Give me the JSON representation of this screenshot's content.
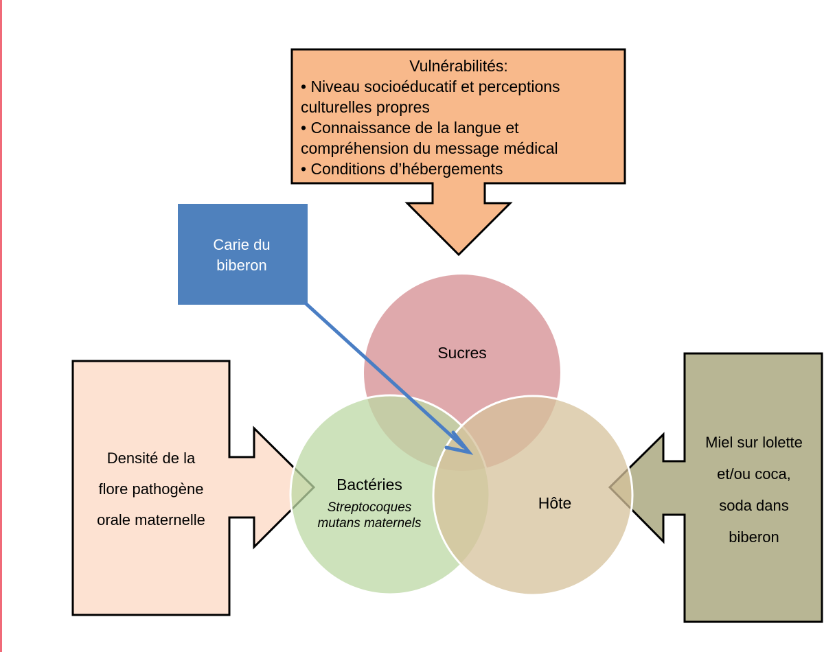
{
  "colors": {
    "edge_line": "#f06a78",
    "vulnerabilities_fill": "#f8b98b",
    "carie_fill": "#4f81bd",
    "carie_arrow": "#4a7ec4",
    "maternal_fill": "#fde2d2",
    "miel_fill": "#b8b694",
    "sucres_fill": "#d99a9e",
    "bacteria_fill": "#bcd8a4",
    "hote_fill": "#d6c29b",
    "outline": "#000000"
  },
  "vulnerabilities": {
    "title": "Vulnérabilités:",
    "lines": [
      "• Niveau socioéducatif et perceptions",
      "culturelles propres",
      "• Connaissance de la langue et",
      "compréhension du message médical",
      "• Conditions d’hébergements"
    ]
  },
  "carie": {
    "lines": [
      "Carie du",
      "biberon"
    ]
  },
  "maternal_flora": {
    "lines": [
      "Densité de la",
      "flore pathogène",
      "orale maternelle"
    ]
  },
  "miel": {
    "lines": [
      "Miel sur lolette",
      "et/ou coca,",
      "soda dans",
      "biberon"
    ]
  },
  "venn": {
    "sucres": {
      "label": "Sucres"
    },
    "bacteries": {
      "label": "Bactéries",
      "sublabel_lines": [
        "Streptocoques",
        "mutans maternels"
      ]
    },
    "hote": {
      "label": "Hôte"
    }
  }
}
